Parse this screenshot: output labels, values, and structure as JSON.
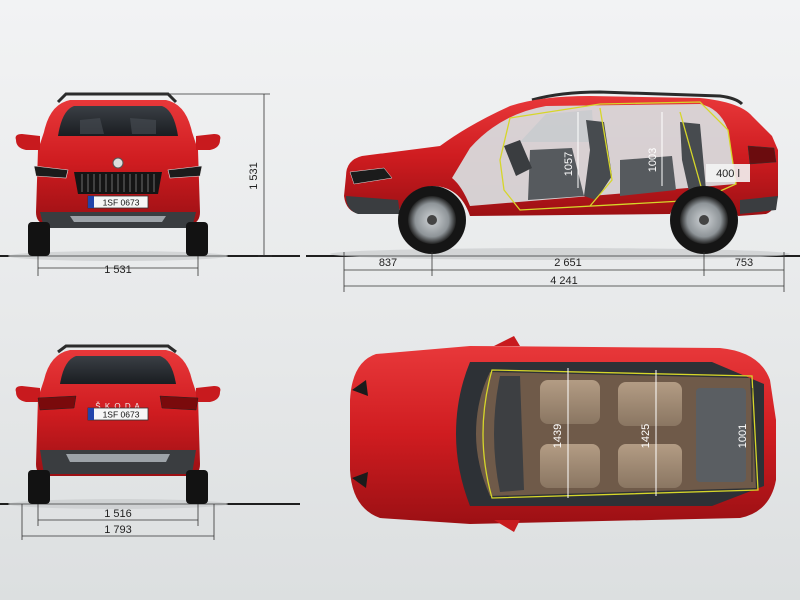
{
  "dimensions": {
    "front_height": "1 531",
    "front_track": "1 531",
    "overhang_front": "837",
    "wheelbase": "2 651",
    "overhang_rear": "753",
    "overall_length": "4 241",
    "rear_track": "1 516",
    "overall_width": "1 793"
  },
  "interior": {
    "front_headroom": "1057",
    "rear_headroom": "1003",
    "boot_volume": "400 l",
    "front_shoulder": "1439",
    "rear_shoulder": "1425",
    "boot_width": "1001"
  },
  "plates": {
    "front": "1SF 0673",
    "rear": "1SF 0673"
  },
  "badges": {
    "rear_logo": "Š K O D A"
  },
  "colors": {
    "body_red": "#d21d22",
    "outline_yellow": "#d6d62a",
    "ground": "#222222"
  }
}
